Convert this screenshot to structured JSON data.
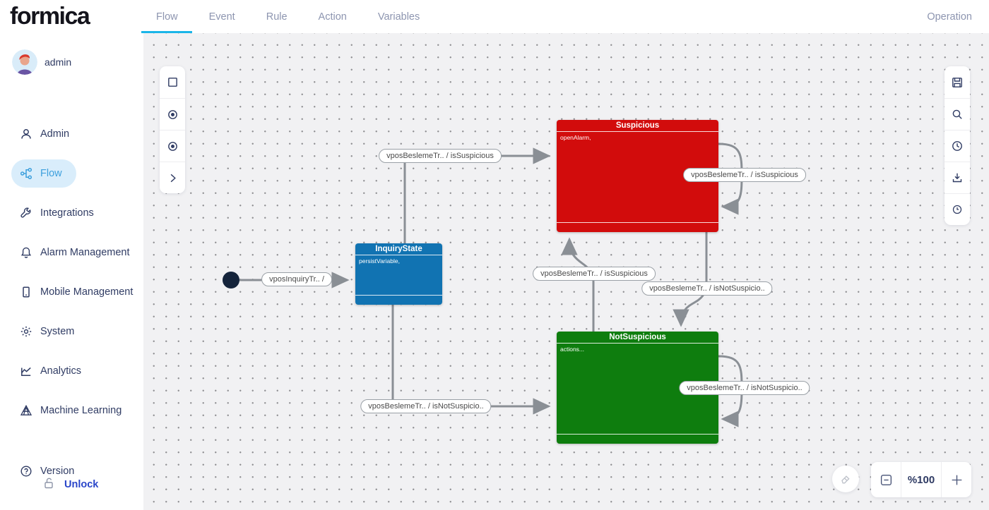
{
  "brand": "formica",
  "topnav": {
    "tabs": [
      {
        "label": "Flow",
        "active": true
      },
      {
        "label": "Event",
        "active": false
      },
      {
        "label": "Rule",
        "active": false
      },
      {
        "label": "Action",
        "active": false
      },
      {
        "label": "Variables",
        "active": false
      }
    ],
    "operation_label": "Operation",
    "accent_color": "#1ab5e8"
  },
  "sidebar": {
    "user_label": "admin",
    "items": [
      {
        "label": "Admin",
        "icon": "user-icon"
      },
      {
        "label": "Flow",
        "icon": "flow-icon",
        "active": true
      },
      {
        "label": "Integrations",
        "icon": "wrench-icon"
      },
      {
        "label": "Alarm Management",
        "icon": "bell-icon"
      },
      {
        "label": "Mobile Management",
        "icon": "mobile-icon"
      },
      {
        "label": "System",
        "icon": "gear-icon"
      },
      {
        "label": "Analytics",
        "icon": "chart-icon"
      },
      {
        "label": "Machine Learning",
        "icon": "pyramid-icon"
      },
      {
        "label": "Version",
        "icon": "question-icon"
      }
    ],
    "unlock_label": "Unlock",
    "active_bg": "#d9edfb",
    "active_color": "#3da0dd",
    "text_color": "#303c64"
  },
  "canvas": {
    "left_toolbar": [
      {
        "icon": "state-square-icon"
      },
      {
        "icon": "start-state-icon"
      },
      {
        "icon": "end-state-icon"
      },
      {
        "icon": "collapse-chevron-icon"
      }
    ],
    "right_toolbar": [
      {
        "icon": "save-icon"
      },
      {
        "icon": "search-icon"
      },
      {
        "icon": "history-icon"
      },
      {
        "icon": "download-icon"
      },
      {
        "icon": "time-icon"
      }
    ],
    "zoom_controls": {
      "level": "%100"
    },
    "nodes": [
      {
        "title": "InquiryState",
        "body": "persistVariable,",
        "color": "#1173b2"
      },
      {
        "title": "Suspicious",
        "body": "openAlarm,",
        "color": "#d20c0c"
      },
      {
        "title": "NotSuspicious",
        "body": "actions...",
        "color": "#0e7d0e"
      }
    ],
    "edge_labels": [
      {
        "text": "vposInquiryTr.. /"
      },
      {
        "text": "vposBeslemeTr.. / isSuspicious"
      },
      {
        "text": "vposBeslemeTr.. / isSuspicious"
      },
      {
        "text": "vposBeslemeTr.. / isSuspicious"
      },
      {
        "text": "vposBeslemeTr.. / isNotSuspicio.."
      },
      {
        "text": "vposBeslemeTr.. / isNotSuspicio.."
      },
      {
        "text": "vposBeslemeTr.. / isNotSuspicio.."
      }
    ],
    "edge_color": "#8a8f95"
  }
}
